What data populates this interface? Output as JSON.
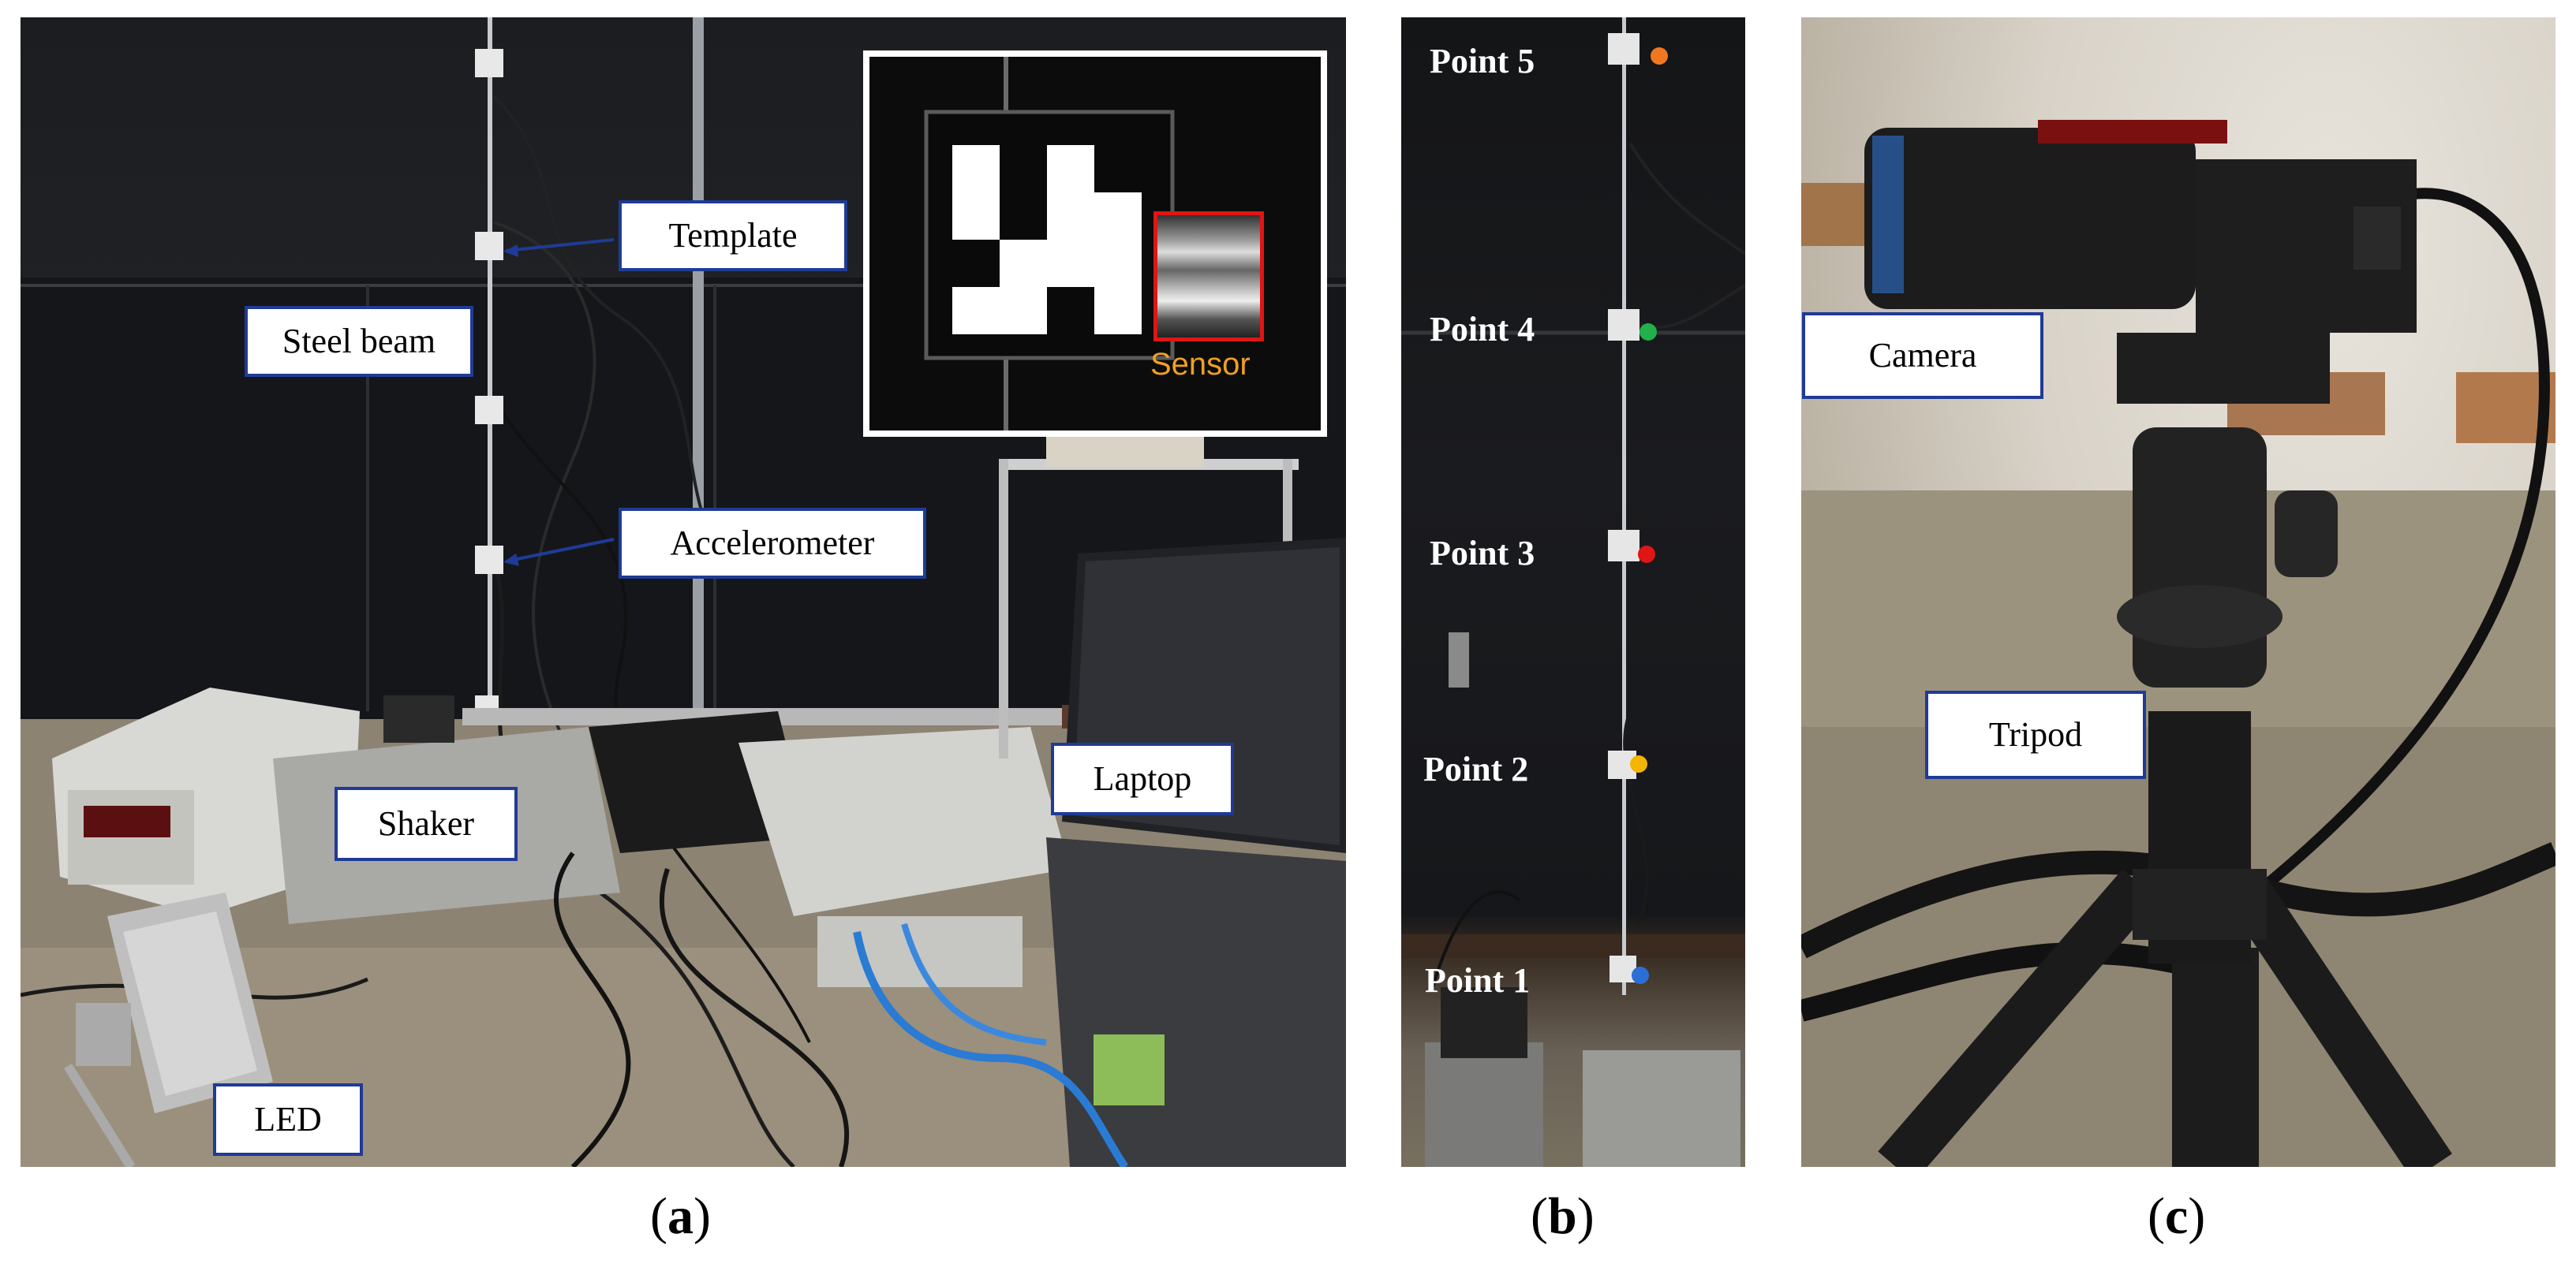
{
  "panel_a": {
    "labels": {
      "template": "Template",
      "steel_beam": "Steel beam",
      "accelerometer": "Accelerometer",
      "shaker": "Shaker",
      "laptop": "Laptop",
      "led": "LED",
      "sensor": "Sensor"
    },
    "caption": {
      "open": "(",
      "letter": "a",
      "close": ")"
    }
  },
  "panel_b": {
    "points": [
      {
        "label": "Point 5",
        "color": "#f07820"
      },
      {
        "label": "Point 4",
        "color": "#22b04a"
      },
      {
        "label": "Point 3",
        "color": "#e01515"
      },
      {
        "label": "Point 2",
        "color": "#f2b500"
      },
      {
        "label": "Point 1",
        "color": "#2b6fd6"
      }
    ],
    "caption": {
      "open": "(",
      "letter": "b",
      "close": ")"
    }
  },
  "panel_c": {
    "labels": {
      "camera": "Camera",
      "tripod": "Tripod"
    },
    "caption": {
      "open": "(",
      "letter": "c",
      "close": ")"
    }
  },
  "colors": {
    "label_border": "#1f3b96",
    "arrow": "#1f3b96",
    "sensor_box": "#e01515",
    "sensor_text": "#f0a020"
  }
}
